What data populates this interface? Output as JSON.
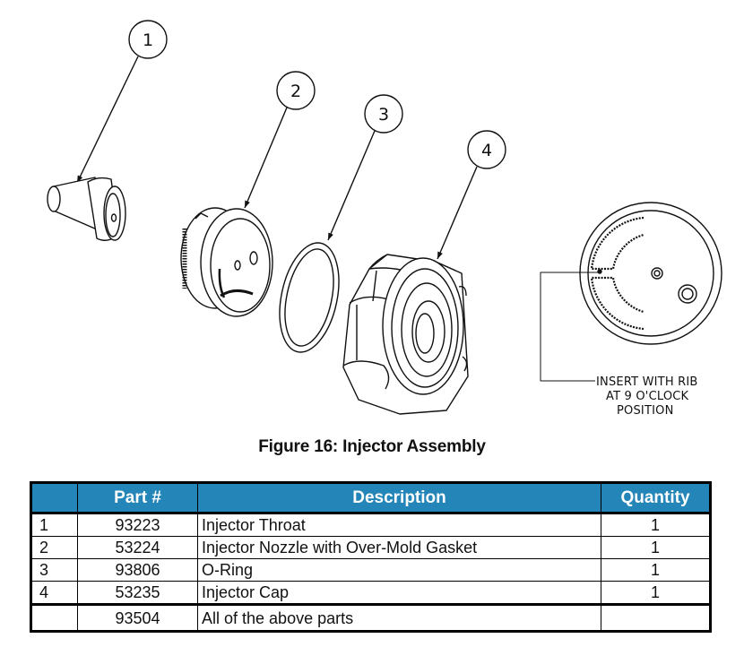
{
  "figure": {
    "caption": "Figure 16: Injector Assembly",
    "callouts": [
      {
        "num": "1",
        "part": "Injector Throat"
      },
      {
        "num": "2",
        "part": "Injector Nozzle with Over-Mold Gasket"
      },
      {
        "num": "3",
        "part": "O-Ring"
      },
      {
        "num": "4",
        "part": "Injector Cap"
      }
    ],
    "note_lines": [
      "INSERT WITH RIB",
      "AT 9 O'CLOCK",
      "POSITION"
    ]
  },
  "table": {
    "header_color": "#2385b8",
    "headers": [
      "",
      "Part #",
      "Description",
      "Quantity"
    ],
    "rows": [
      {
        "item": "1",
        "part": "93223",
        "description": "Injector Throat",
        "quantity": "1"
      },
      {
        "item": "2",
        "part": "53224",
        "description": "Injector Nozzle with Over-Mold Gasket",
        "quantity": "1"
      },
      {
        "item": "3",
        "part": "93806",
        "description": "O-Ring",
        "quantity": "1"
      },
      {
        "item": "4",
        "part": "53235",
        "description": "Injector Cap",
        "quantity": "1"
      }
    ],
    "total_row": {
      "item": "",
      "part": "93504",
      "description": "All of the above parts",
      "quantity": ""
    }
  }
}
